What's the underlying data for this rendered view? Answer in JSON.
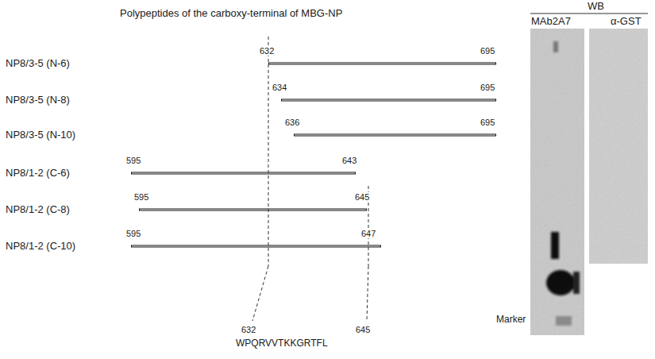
{
  "diagram": {
    "title": "Polypeptides of the carboxy-terminal of MBG-NP",
    "labels": [
      "WB",
      "MAb2A7",
      "α-GST",
      "NP8/3-5 (N-6)",
      "632",
      "695",
      "NP8/3-5 (N-8)",
      "634",
      "695",
      "NP8/3-5 (N-10)",
      "636",
      "695",
      "NP8/1-2 (C-6)",
      "595",
      "643",
      "NP8/1-2 (C-8)",
      "595",
      "645",
      "NP8/1-2 (C-10)",
      "595",
      "647",
      "Marker",
      "632",
      "645",
      "WPQRVVTKKGRTFL"
    ]
  }
}
